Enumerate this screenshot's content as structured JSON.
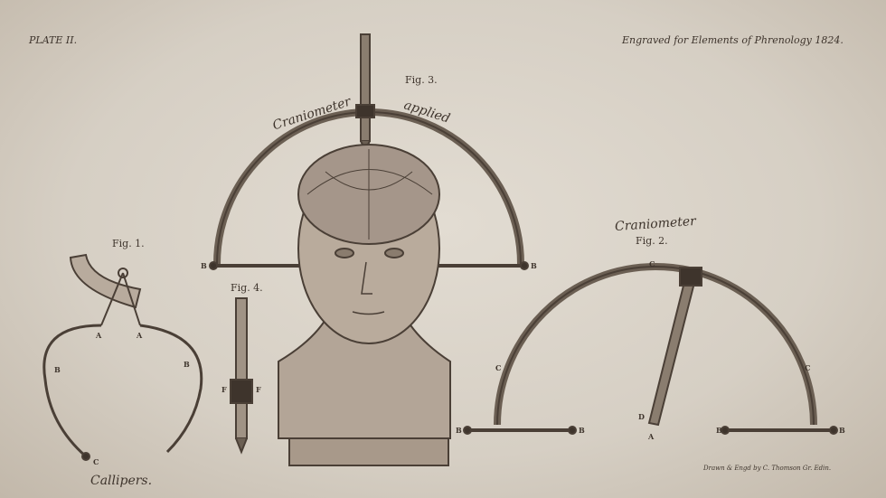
{
  "header": {
    "plate": "PLATE II.",
    "title": "Engraved for Elements of Phrenology 1824."
  },
  "figures": {
    "fig1": {
      "label": "Fig. 1.",
      "caption": "Callipers.",
      "letters": [
        "A",
        "A",
        "B",
        "B",
        "C"
      ]
    },
    "fig2": {
      "label": "Fig. 2.",
      "caption": "Craniometer",
      "letters": [
        "C",
        "C",
        "C",
        "D",
        "A",
        "B",
        "B",
        "B",
        "B"
      ]
    },
    "fig3": {
      "label": "Fig. 3.",
      "caption_left": "Craniometer",
      "caption_right": "applied",
      "letters": [
        "B",
        "B"
      ]
    },
    "fig4": {
      "label": "Fig. 4.",
      "letters": [
        "F",
        "F"
      ]
    }
  },
  "footer": {
    "credit": "Drawn & Engd by C. Thomson Gr. Edin."
  },
  "colors": {
    "paper": "#d8d1c6",
    "ink": "#3e342c"
  }
}
